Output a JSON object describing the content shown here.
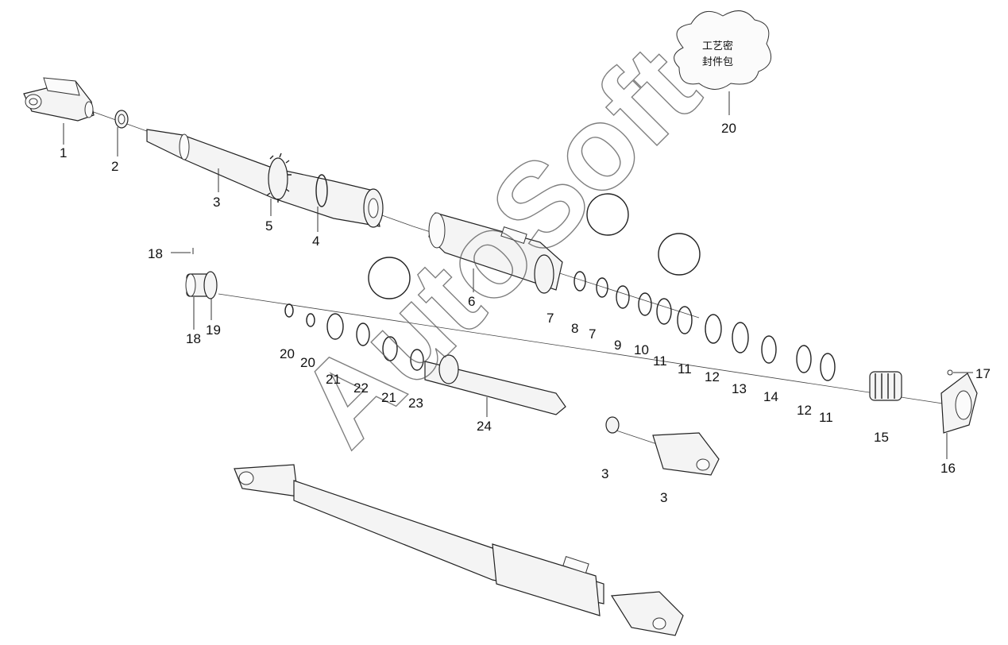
{
  "callouts": [
    {
      "id": "c1",
      "label": "1"
    },
    {
      "id": "c2",
      "label": "2"
    },
    {
      "id": "c3a",
      "label": "3"
    },
    {
      "id": "c5",
      "label": "5"
    },
    {
      "id": "c4",
      "label": "4"
    },
    {
      "id": "c20top",
      "label": "20"
    },
    {
      "id": "c18a",
      "label": "18"
    },
    {
      "id": "c18b",
      "label": "18"
    },
    {
      "id": "c19",
      "label": "19"
    },
    {
      "id": "c6",
      "label": "6"
    },
    {
      "id": "c7a",
      "label": "7"
    },
    {
      "id": "c8",
      "label": "8"
    },
    {
      "id": "c7b",
      "label": "7"
    },
    {
      "id": "c9",
      "label": "9"
    },
    {
      "id": "c10",
      "label": "10"
    },
    {
      "id": "c11a",
      "label": "11"
    },
    {
      "id": "c11b",
      "label": "11"
    },
    {
      "id": "c12a",
      "label": "12"
    },
    {
      "id": "c13",
      "label": "13"
    },
    {
      "id": "c14",
      "label": "14"
    },
    {
      "id": "c12b",
      "label": "12"
    },
    {
      "id": "c11c",
      "label": "11"
    },
    {
      "id": "c20a",
      "label": "20"
    },
    {
      "id": "c20b",
      "label": "20"
    },
    {
      "id": "c21a",
      "label": "21"
    },
    {
      "id": "c22",
      "label": "22"
    },
    {
      "id": "c21b",
      "label": "21"
    },
    {
      "id": "c23",
      "label": "23"
    },
    {
      "id": "c24",
      "label": "24"
    },
    {
      "id": "c15",
      "label": "15"
    },
    {
      "id": "c17",
      "label": "17"
    },
    {
      "id": "c16",
      "label": "16"
    },
    {
      "id": "c3b",
      "label": "3"
    },
    {
      "id": "c3c",
      "label": "3"
    }
  ],
  "seal_kit": {
    "line1": "工艺密",
    "line2": "封件包"
  },
  "watermark": "AutoSoft",
  "colors": {
    "ink": "#222222",
    "paper": "#ffffff"
  }
}
